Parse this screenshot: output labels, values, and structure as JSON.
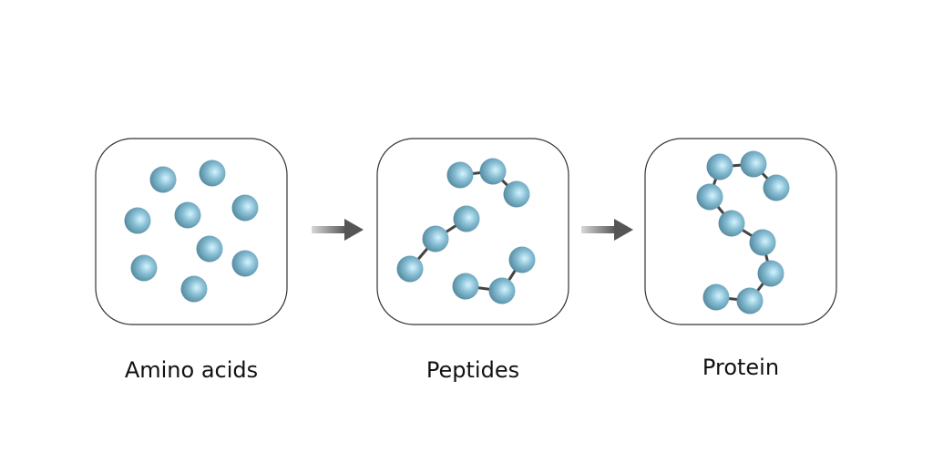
{
  "stages": [
    {
      "label": "Amino acids"
    },
    {
      "label": "Peptides"
    },
    {
      "label": "Protein"
    }
  ],
  "colors": {
    "sphere": "#7fb3c8",
    "sphere_highlight": "#c8ecf8",
    "sphere_shadow": "#4f8aa2",
    "bond": "#444444",
    "border": "#333333",
    "arrow": "#666666"
  }
}
